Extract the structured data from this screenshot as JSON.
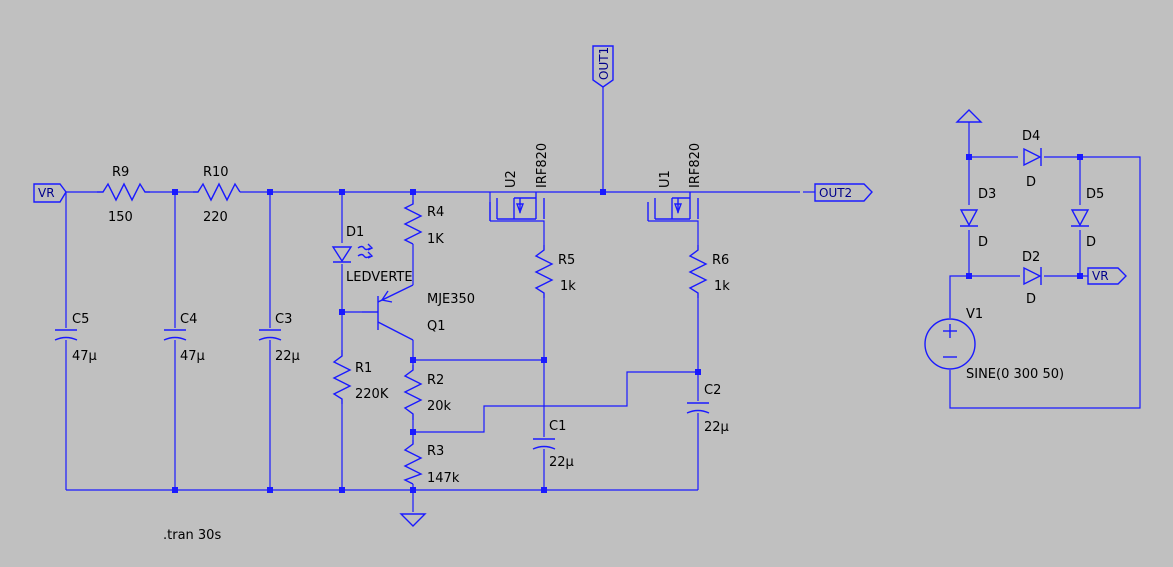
{
  "colors": {
    "background": "#c0c0c0",
    "wire": "#1a1aff",
    "text": "#000000"
  },
  "labels": {
    "r9": "R9",
    "r9v": "150",
    "r10": "R10",
    "r10v": "220",
    "r4": "R4",
    "r4v": "1K",
    "r5": "R5",
    "r5v": "1k",
    "r6": "R6",
    "r6v": "1k",
    "r1": "R1",
    "r1v": "220K",
    "r2": "R2",
    "r2v": "20k",
    "r3": "R3",
    "r3v": "147k",
    "c5": "C5",
    "c5v": "47µ",
    "c4": "C4",
    "c4v": "47µ",
    "c3": "C3",
    "c3v": "22µ",
    "c1": "C1",
    "c1v": "22µ",
    "c2": "C2",
    "c2v": "22µ",
    "d1": "D1",
    "d1v": "LEDVERTE",
    "q1": "Q1",
    "q1v": "MJE350",
    "u2": "U2",
    "u2v": "IRF820",
    "u1": "U1",
    "u1v": "IRF820",
    "d4": "D4",
    "d4v": "D",
    "d3": "D3",
    "d3v": "D",
    "d5": "D5",
    "d5v": "D",
    "d2": "D2",
    "d2v": "D",
    "v1": "V1",
    "v1v": "SINE(0 300 50)",
    "vr_in": "VR",
    "vr_out": "VR",
    "out1": "OUT1",
    "out2": "OUT2",
    "tran": ".tran 30s"
  }
}
